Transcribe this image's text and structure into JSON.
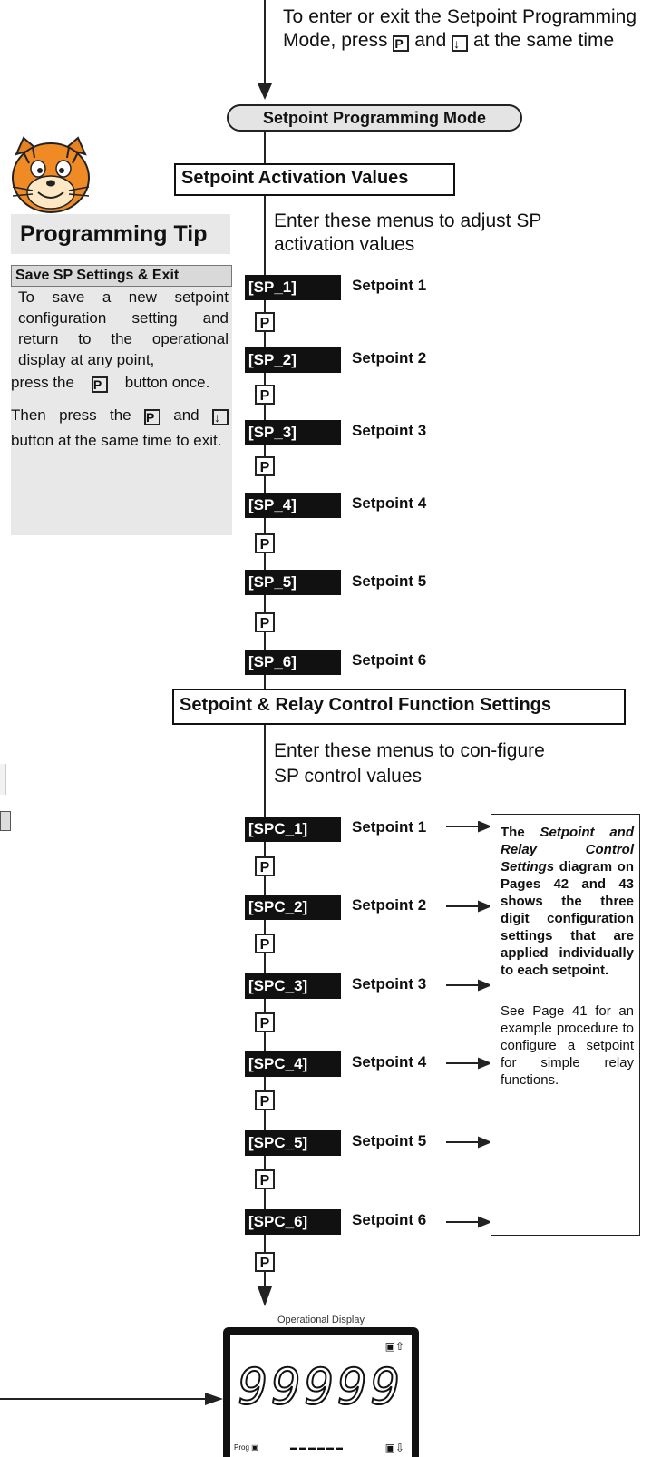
{
  "intro_text": "To enter or exit the Setpoint Programming Mode, press",
  "intro_and": "and",
  "intro_tail": "at the same time",
  "mode_title": "Setpoint Programming Mode",
  "activation": {
    "title": "Setpoint Activation Values",
    "description": "Enter these menus to adjust SP activation values",
    "items": [
      {
        "code": "[SP_1]",
        "label": "Setpoint 1"
      },
      {
        "code": "[SP_2]",
        "label": "Setpoint 2"
      },
      {
        "code": "[SP_3]",
        "label": "Setpoint 3"
      },
      {
        "code": "[SP_4]",
        "label": "Setpoint 4"
      },
      {
        "code": "[SP_5]",
        "label": "Setpoint 5"
      },
      {
        "code": "[SP_6]",
        "label": "Setpoint 6"
      }
    ]
  },
  "control": {
    "title": "Setpoint & Relay Control Function Settings",
    "description": "Enter these menus to con-figure SP control values",
    "items": [
      {
        "code": "[SPC_1]",
        "label": "Setpoint 1"
      },
      {
        "code": "[SPC_2]",
        "label": "Setpoint 2"
      },
      {
        "code": "[SPC_3]",
        "label": "Setpoint 3"
      },
      {
        "code": "[SPC_4]",
        "label": "Setpoint 4"
      },
      {
        "code": "[SPC_5]",
        "label": "Setpoint 5"
      },
      {
        "code": "[SPC_6]",
        "label": "Setpoint 6"
      }
    ]
  },
  "key_p": "P",
  "key_down": "↓",
  "tip": {
    "title": "Programming Tip",
    "subtitle": "Save SP Settings & Exit",
    "text1": "To save a new setpoint configuration setting and return to the operational display at any point,",
    "text2a": "press the",
    "text2b": "button once.",
    "text3a": "Then press the",
    "text3b": "and",
    "text3c": "button at the same time to exit."
  },
  "note": {
    "lead": "The",
    "italic": "Setpoint and Relay Control Settings",
    "rest": "diagram on Pages 42 and 43 shows the three digit configuration settings that are applied individually to each setpoint.",
    "para2": "See Page 41 for an example procedure to configure a setpoint for simple relay functions."
  },
  "display": {
    "caption": "Operational Display",
    "value": "99999",
    "prog_label": "Prog"
  }
}
